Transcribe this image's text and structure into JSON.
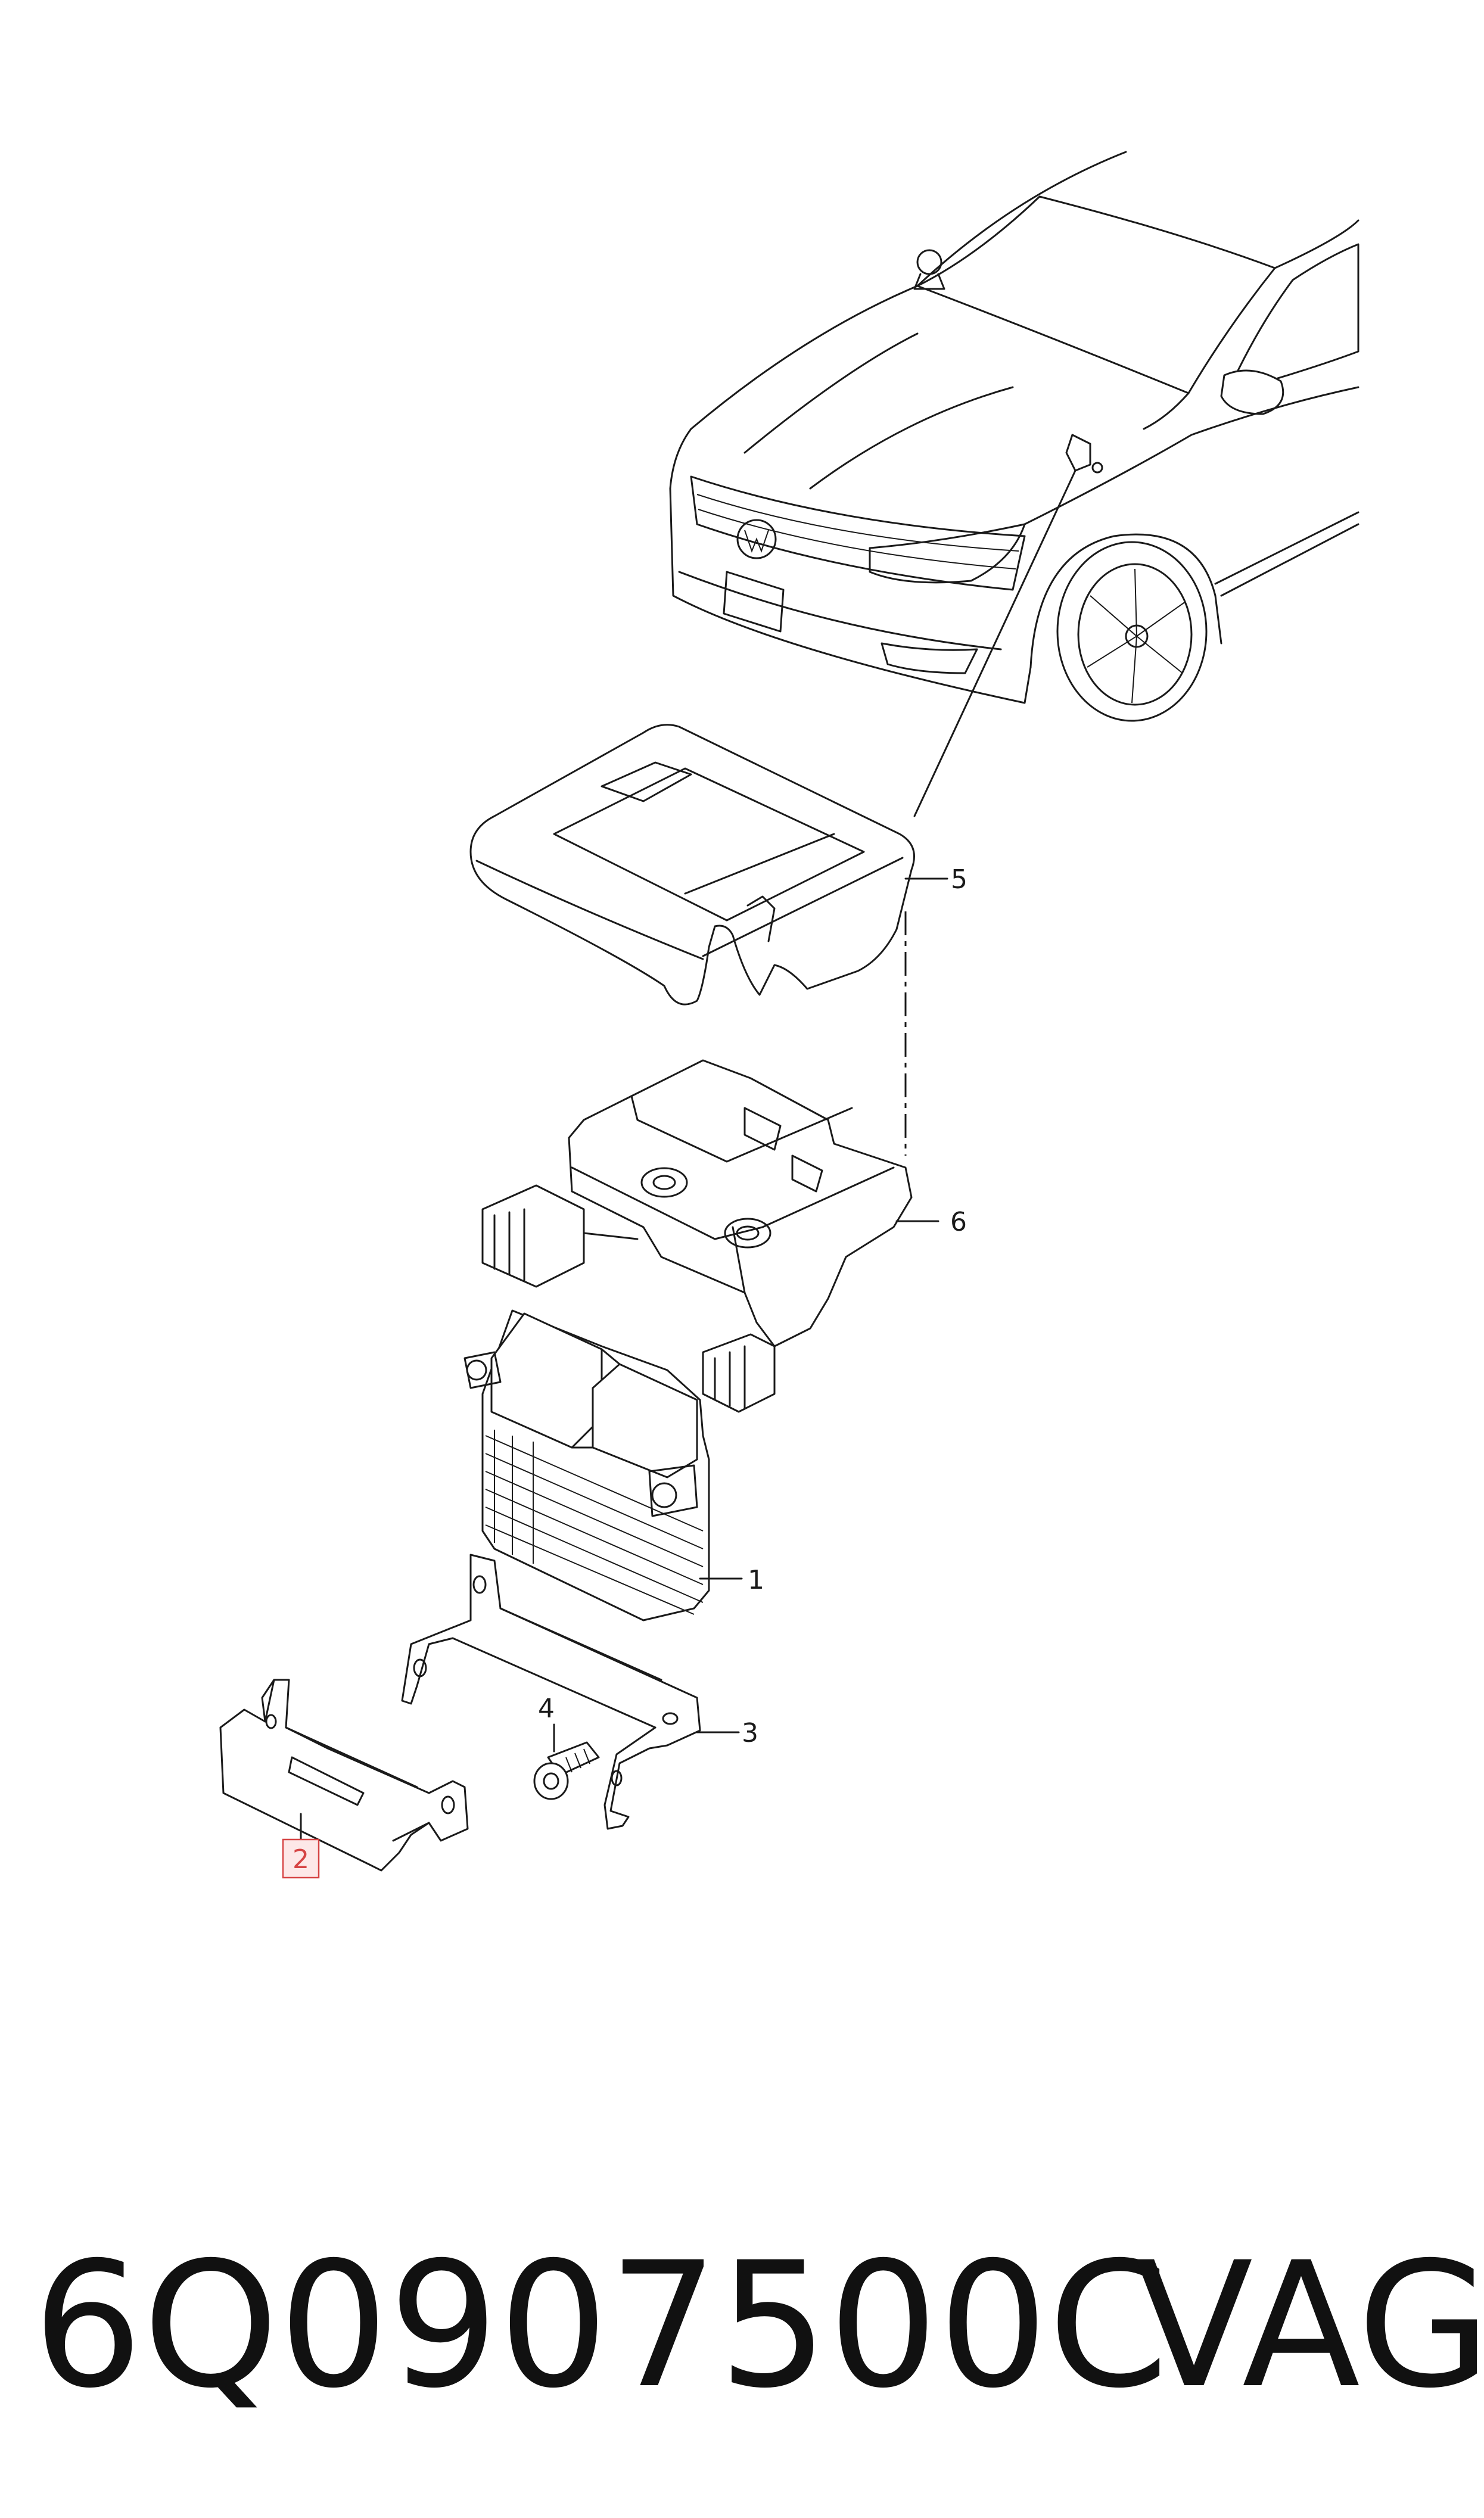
{
  "callouts": {
    "c1": "1",
    "c2": "2",
    "c3": "3",
    "c4": "4",
    "c5": "5",
    "c6": "6"
  },
  "highlighted_callout": "2",
  "footer": {
    "part_number": "6Q0907500C",
    "brand": "VAG"
  },
  "colors": {
    "line": "#1a1a1a",
    "highlight": "#d64545",
    "highlight_fill": "#fde8e8",
    "background": "#ffffff"
  }
}
